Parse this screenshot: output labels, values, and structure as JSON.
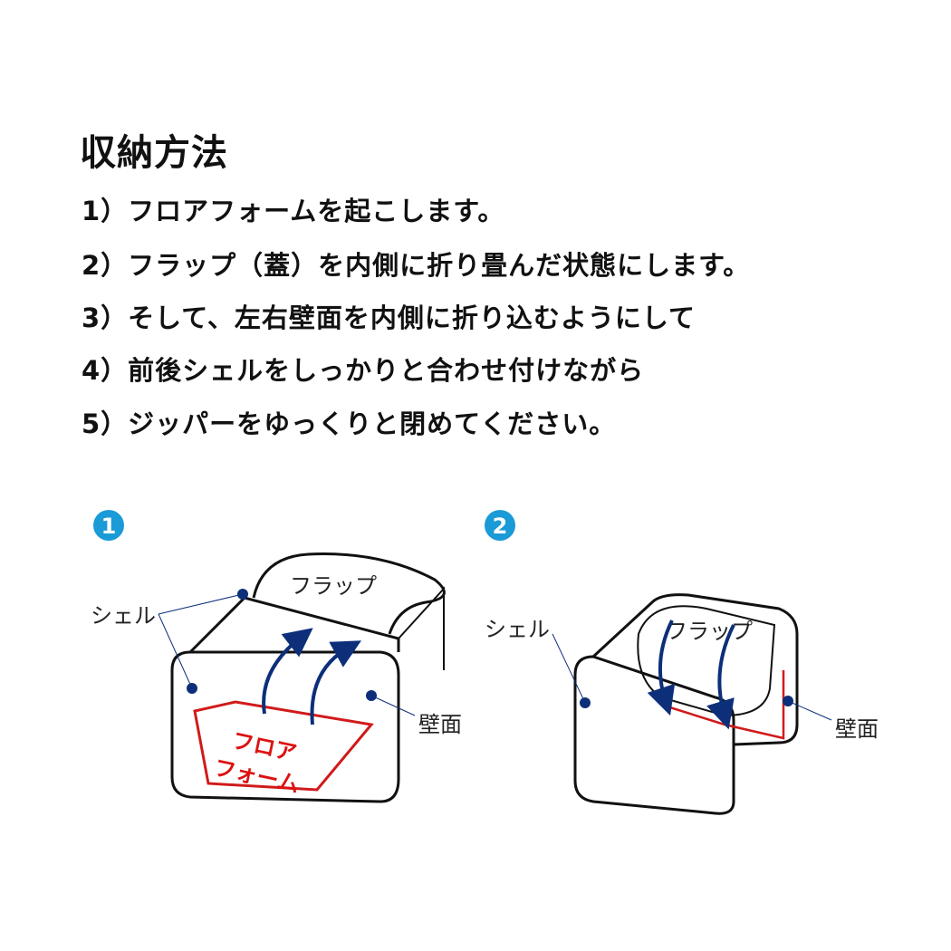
{
  "title": "収納方法",
  "steps": [
    "1）フロアフォームを起こします。",
    "2）フラップ（蓋）を内側に折り畳んだ状態にします。",
    "3）そして、左右壁面を内側に折り込むようにして",
    "4）前後シェルをしっかりと合わせ付けながら",
    "5）ジッパーをゆっくりと閉めてください。"
  ],
  "diagram1": {
    "number": "1",
    "flap": "フラップ",
    "shell": "シェル",
    "wall": "壁面",
    "floor_line1": "フロア",
    "floor_line2": "フォーム"
  },
  "diagram2": {
    "number": "2",
    "flap": "フラップ",
    "shell": "シェル",
    "wall": "壁面"
  },
  "colors": {
    "accent": "#1a9ad6",
    "arrow": "#0d2f7a",
    "floor": "#d11a1a"
  }
}
